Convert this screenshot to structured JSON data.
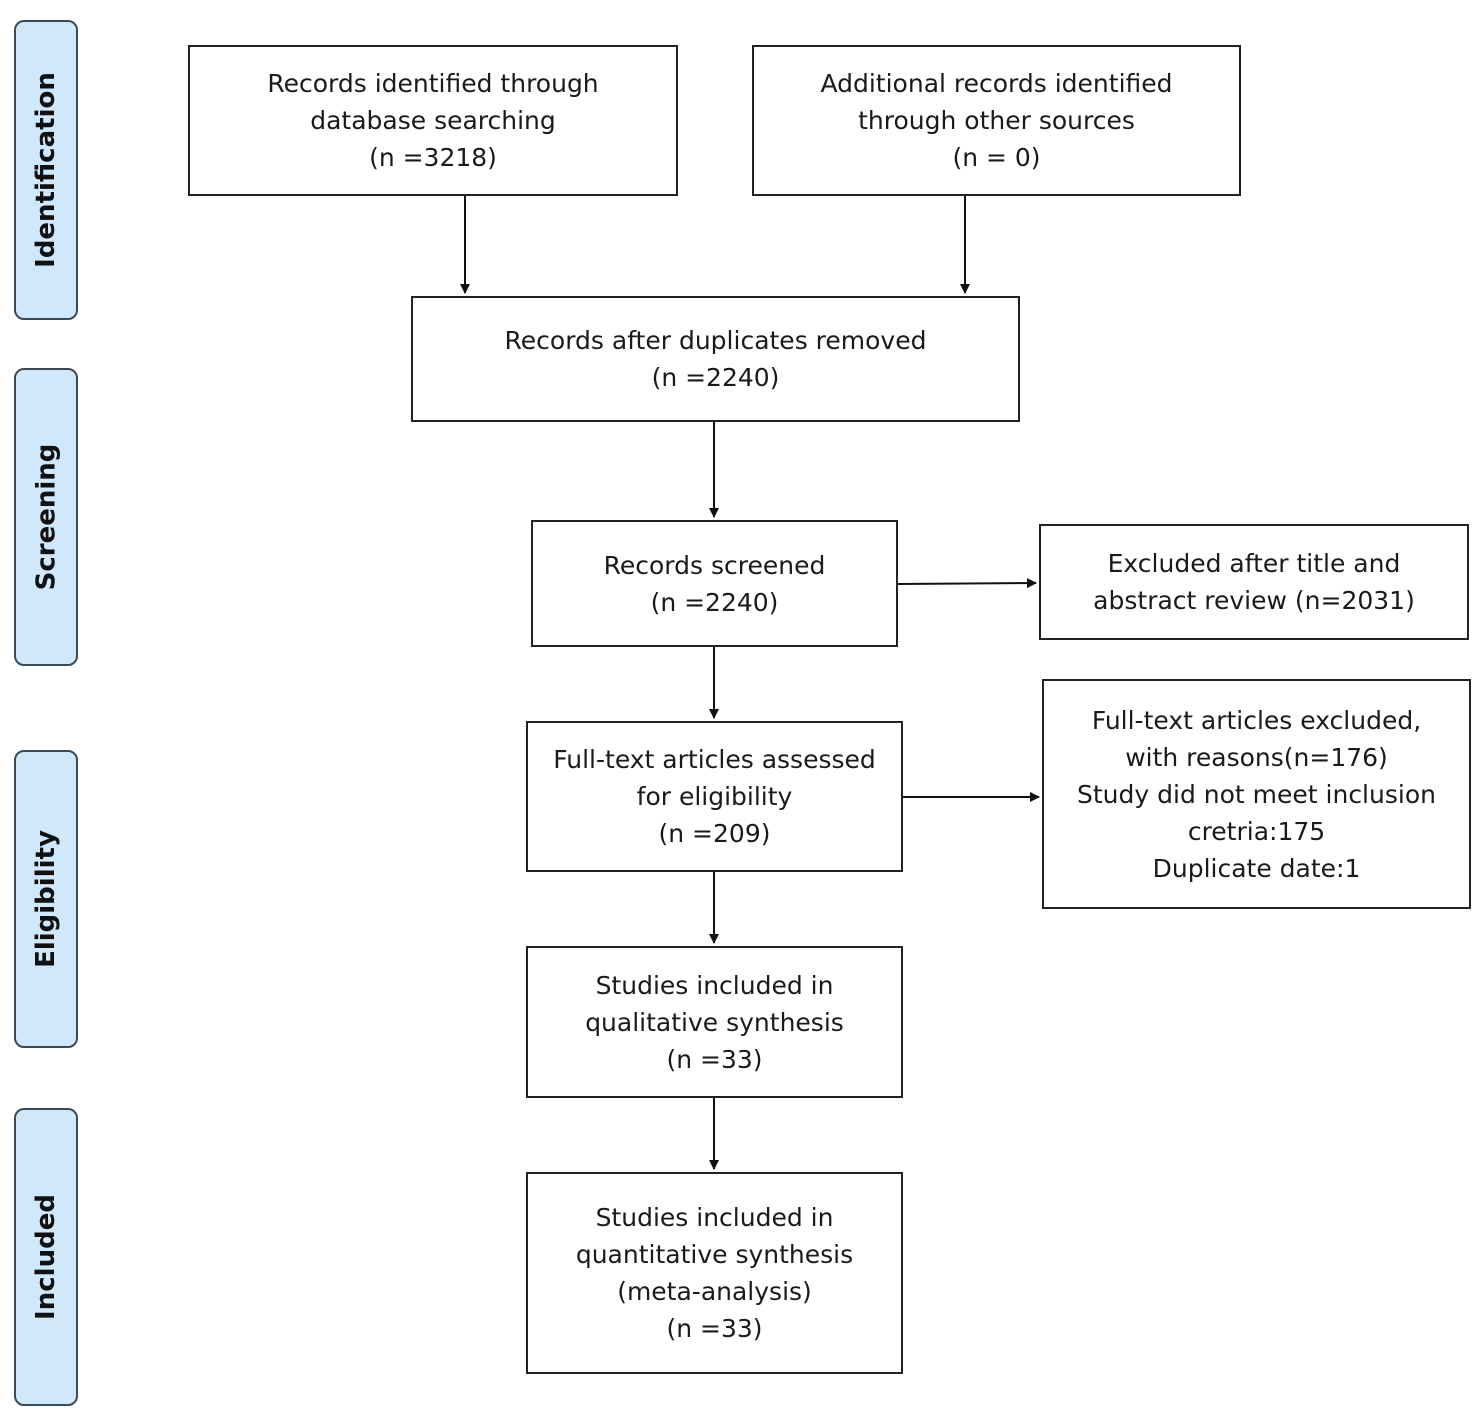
{
  "phases": {
    "identification": "Identification",
    "screening": "Screening",
    "eligibility": "Eligibility",
    "included": "Included"
  },
  "boxes": {
    "database": {
      "line1": "Records identified through",
      "line2": "database searching",
      "line3": "(n =3218)"
    },
    "other_sources": {
      "line1": "Additional records identified",
      "line2": "through other sources",
      "line3": "(n = 0)"
    },
    "duplicates_removed": {
      "line1": "Records after duplicates removed",
      "line2": "(n =2240)"
    },
    "screened": {
      "line1": "Records screened",
      "line2": "(n =2240)"
    },
    "excluded_title": {
      "line1": "Excluded after title and",
      "line2": "abstract review (n=2031)"
    },
    "fulltext_assessed": {
      "line1": "Full-text articles assessed",
      "line2": "for eligibility",
      "line3": "(n =209)"
    },
    "fulltext_excluded": {
      "line1": "Full-text articles excluded,",
      "line2": "with reasons(n=176)",
      "line3": "Study did not meet inclusion",
      "line4": "cretria:175",
      "line5": "Duplicate date:1"
    },
    "qualitative": {
      "line1": "Studies included in",
      "line2": "qualitative synthesis",
      "line3": "(n =33)"
    },
    "quantitative": {
      "line1": "Studies included in",
      "line2": "quantitative synthesis",
      "line3": "(meta-analysis)",
      "line4": "(n =33)"
    }
  }
}
